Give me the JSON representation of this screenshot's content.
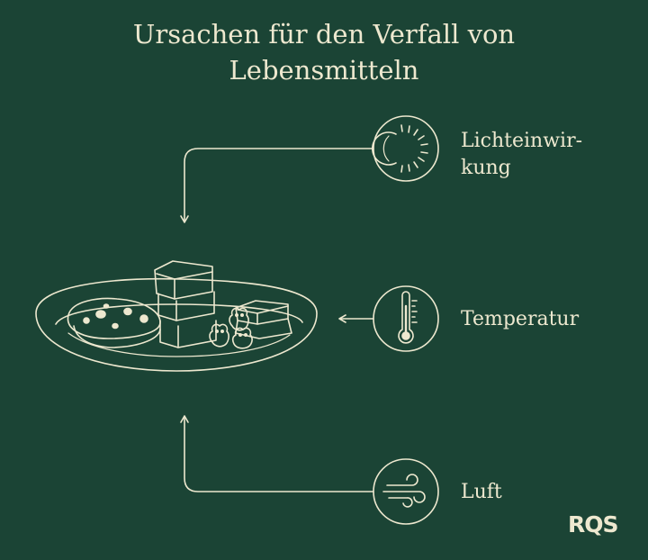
{
  "title": {
    "line1": "Ursachen für den Verfall von",
    "line2": "Lebensmitteln"
  },
  "factors": [
    {
      "label_line1": "Lichteinwir-",
      "label_line2": "kung",
      "icon": "sun-icon"
    },
    {
      "label": "Temperatur",
      "icon": "thermometer-icon"
    },
    {
      "label": "Luft",
      "icon": "wind-icon"
    }
  ],
  "logo": "RQS",
  "colors": {
    "background": "#1b4435",
    "foreground": "#ede8cf"
  }
}
